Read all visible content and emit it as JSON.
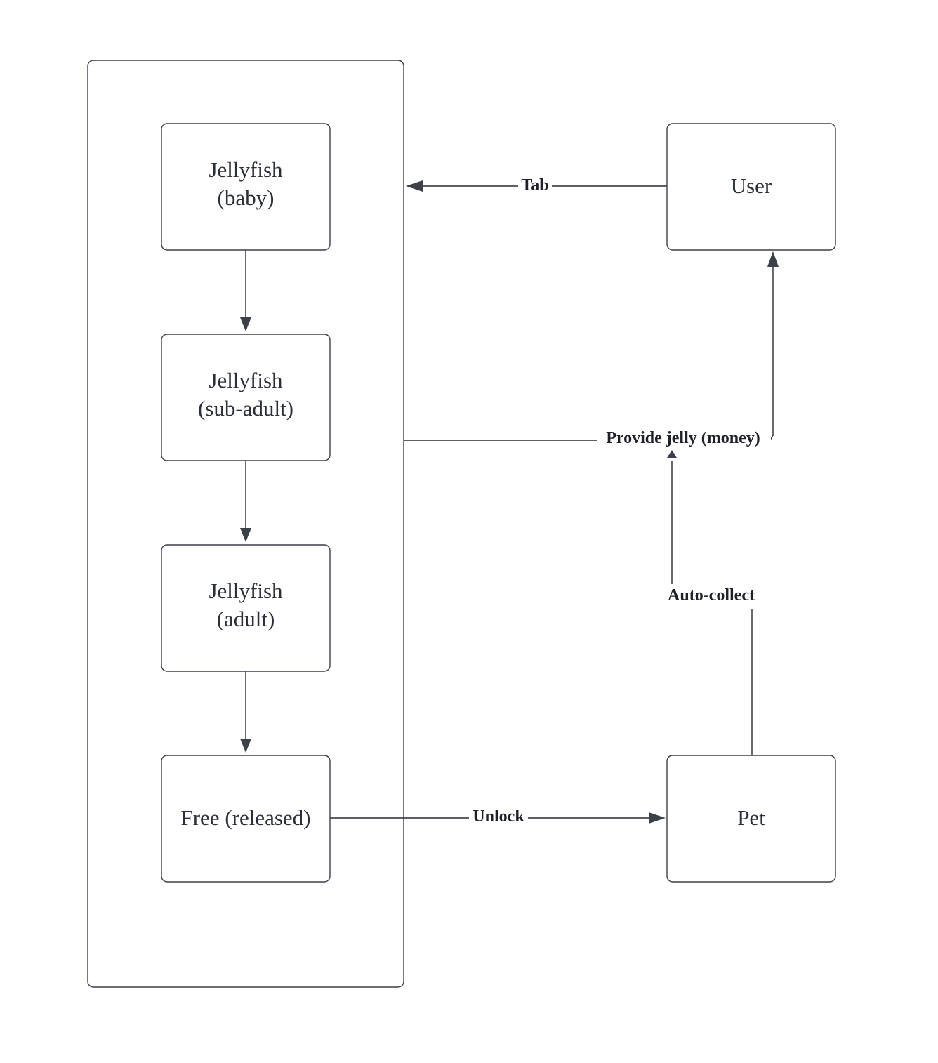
{
  "diagram": {
    "type": "flowchart",
    "nodes": [
      {
        "id": "baby",
        "lines": [
          "Jellyfish",
          "(baby)"
        ]
      },
      {
        "id": "subadult",
        "lines": [
          "Jellyfish",
          "(sub-adult)"
        ]
      },
      {
        "id": "adult",
        "lines": [
          "Jellyfish",
          "(adult)"
        ]
      },
      {
        "id": "free",
        "lines": [
          "Free (released)"
        ]
      },
      {
        "id": "user",
        "lines": [
          "User"
        ]
      },
      {
        "id": "pet",
        "lines": [
          "Pet"
        ]
      }
    ],
    "group": {
      "id": "jellyfish-stages",
      "members": [
        "baby",
        "subadult",
        "adult",
        "free"
      ]
    },
    "edges": [
      {
        "from": "baby",
        "to": "subadult",
        "label": ""
      },
      {
        "from": "subadult",
        "to": "adult",
        "label": ""
      },
      {
        "from": "adult",
        "to": "free",
        "label": ""
      },
      {
        "from": "user",
        "to": "jellyfish-stages",
        "label": "Tab"
      },
      {
        "from": "jellyfish-stages",
        "to": "user",
        "label": "Provide jelly (money)"
      },
      {
        "from": "pet",
        "to": "Provide jelly (money)",
        "label": "Auto-collect"
      },
      {
        "from": "free",
        "to": "pet",
        "label": "Unlock"
      }
    ],
    "colors": {
      "line": "#3c4049",
      "text": "#2b2f38",
      "background": "#ffffff"
    }
  }
}
